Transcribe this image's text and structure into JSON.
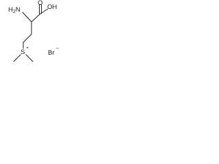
{
  "molecule": {
    "atoms": {
      "amine_label": "H2N",
      "carboxyl_label": "OH",
      "carbonyl_oxygen_label": "O",
      "sulfonium_label": "S",
      "sulfonium_charge": "+",
      "counterion_label": "Br",
      "counterion_charge": "−"
    }
  }
}
